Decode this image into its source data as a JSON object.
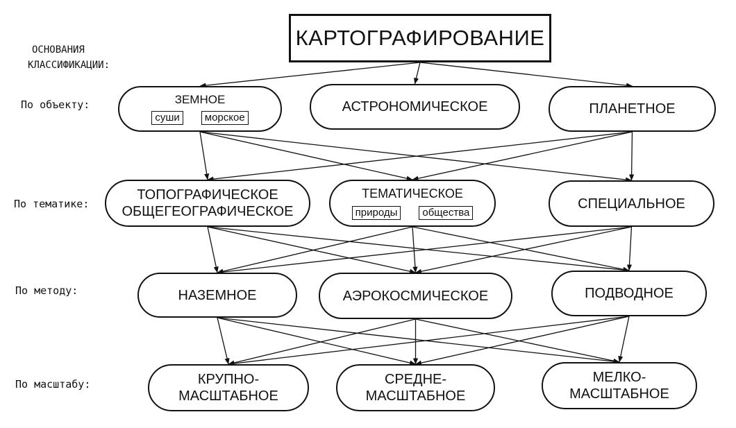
{
  "root": {
    "label": "КАРТОГРАФИРОВАНИЕ"
  },
  "basis": {
    "line1": "ОСНОВАНИЯ",
    "line2": "КЛАССИФИКАЦИИ:"
  },
  "criteria": {
    "by_object": "По объекту:",
    "by_theme": "По тематике:",
    "by_method": "По методу:",
    "by_scale": "По масштабу:"
  },
  "object": {
    "earth": {
      "label": "ЗЕМНОЕ",
      "sub": [
        "суши",
        "морское"
      ]
    },
    "astronomical": {
      "label": "АСТРОНОМИЧЕСКОЕ"
    },
    "planetary": {
      "label": "ПЛАНЕТНОЕ"
    }
  },
  "theme": {
    "topographic": {
      "line1": "ТОПОГРАФИЧЕСКОЕ",
      "line2": "ОБЩЕГЕОГРАФИЧЕСКОЕ"
    },
    "thematic": {
      "label": "ТЕМАТИЧЕСКОЕ",
      "sub": [
        "природы",
        "общества"
      ]
    },
    "special": {
      "label": "СПЕЦИАЛЬНОЕ"
    }
  },
  "method": {
    "ground": {
      "label": "НАЗЕМНОЕ"
    },
    "aerospace": {
      "label": "АЭРОКОСМИЧЕСКОЕ"
    },
    "underwater": {
      "label": "ПОДВОДНОЕ"
    }
  },
  "scale": {
    "large": {
      "line1": "КРУПНО-",
      "line2": "МАСШТАБНОЕ"
    },
    "medium": {
      "line1": "СРЕДНЕ-",
      "line2": "МАСШТАБНОЕ"
    },
    "small": {
      "line1": "МЕЛКО-",
      "line2": "МАСШТАБНОЕ"
    }
  },
  "edges": [
    [
      "root",
      "earth"
    ],
    [
      "root",
      "astronomical"
    ],
    [
      "root",
      "planetary"
    ],
    [
      "earth",
      "topographic"
    ],
    [
      "earth",
      "thematic"
    ],
    [
      "earth",
      "special"
    ],
    [
      "planetary",
      "topographic"
    ],
    [
      "planetary",
      "thematic"
    ],
    [
      "planetary",
      "special"
    ],
    [
      "topographic",
      "ground"
    ],
    [
      "topographic",
      "aerospace"
    ],
    [
      "topographic",
      "underwater"
    ],
    [
      "thematic",
      "ground"
    ],
    [
      "thematic",
      "aerospace"
    ],
    [
      "thematic",
      "underwater"
    ],
    [
      "special",
      "ground"
    ],
    [
      "special",
      "aerospace"
    ],
    [
      "special",
      "underwater"
    ],
    [
      "ground",
      "large"
    ],
    [
      "ground",
      "medium"
    ],
    [
      "ground",
      "small"
    ],
    [
      "aerospace",
      "large"
    ],
    [
      "aerospace",
      "medium"
    ],
    [
      "aerospace",
      "small"
    ],
    [
      "underwater",
      "large"
    ],
    [
      "underwater",
      "medium"
    ],
    [
      "underwater",
      "small"
    ]
  ]
}
